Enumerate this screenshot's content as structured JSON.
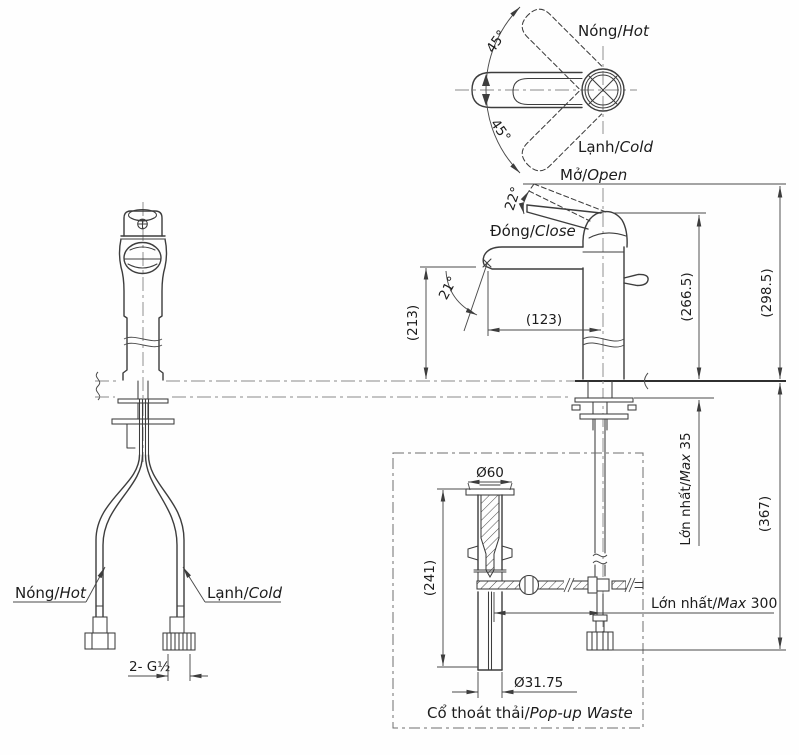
{
  "views": {
    "plan": {
      "hot": {
        "vi": "Nóng/",
        "en": "Hot"
      },
      "cold": {
        "vi": "Lạnh/",
        "en": "Cold"
      },
      "angle_upper": "45°",
      "angle_lower": "45°"
    },
    "side": {
      "open": {
        "vi": "Mở/",
        "en": "Open"
      },
      "close": {
        "vi": "Đóng/",
        "en": "Close"
      },
      "handle_angle": "22°",
      "stream_angle": "21°",
      "dims": {
        "spout_height": "(213)",
        "spout_reach": "(123)",
        "closed_height": "(266.5)",
        "open_height": "(298.5)"
      }
    },
    "front": {
      "hot": {
        "vi": "Nóng/",
        "en": "Hot"
      },
      "cold": {
        "vi": "Lạnh/",
        "en": "Cold"
      },
      "thread": "2- G½"
    },
    "installation": {
      "max_counter_thickness": {
        "vi": "Lớn nhất/",
        "en": "Max",
        "value": " 35"
      },
      "below_counter_depth": "(367)",
      "max_rod_reach": {
        "vi": "Lớn nhất/",
        "en": "Max",
        "value": " 300"
      },
      "flange_dia": "Ø60",
      "waste_height": "(241)",
      "tail_dia": "Ø31.75",
      "popup": {
        "vi": "Cổ thoát thải/",
        "en": "Pop-up Waste"
      }
    }
  },
  "colors": {
    "line": "#3d3d3d",
    "centerline": "#8b8b8b",
    "text": "#1c1c1c",
    "background": "#fefefe"
  }
}
